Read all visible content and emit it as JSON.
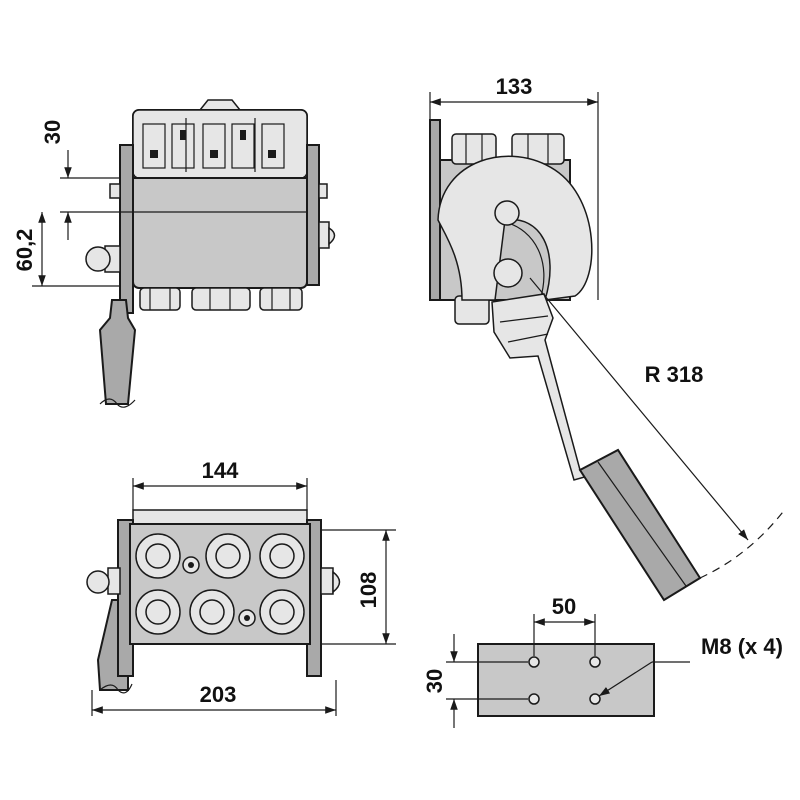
{
  "dimensions": {
    "front_top": "30",
    "front_side": "60,2",
    "side_width": "133",
    "radius": "R 318",
    "bottom_width": "144",
    "bottom_height": "108",
    "bottom_total": "203",
    "plate_spacing": "50",
    "plate_height": "30",
    "thread": "M8 (x 4)"
  },
  "colors": {
    "body": "#c8c8c8",
    "dark": "#a9a9a9",
    "light": "#e6e6e6",
    "line": "#1a1a1a"
  }
}
